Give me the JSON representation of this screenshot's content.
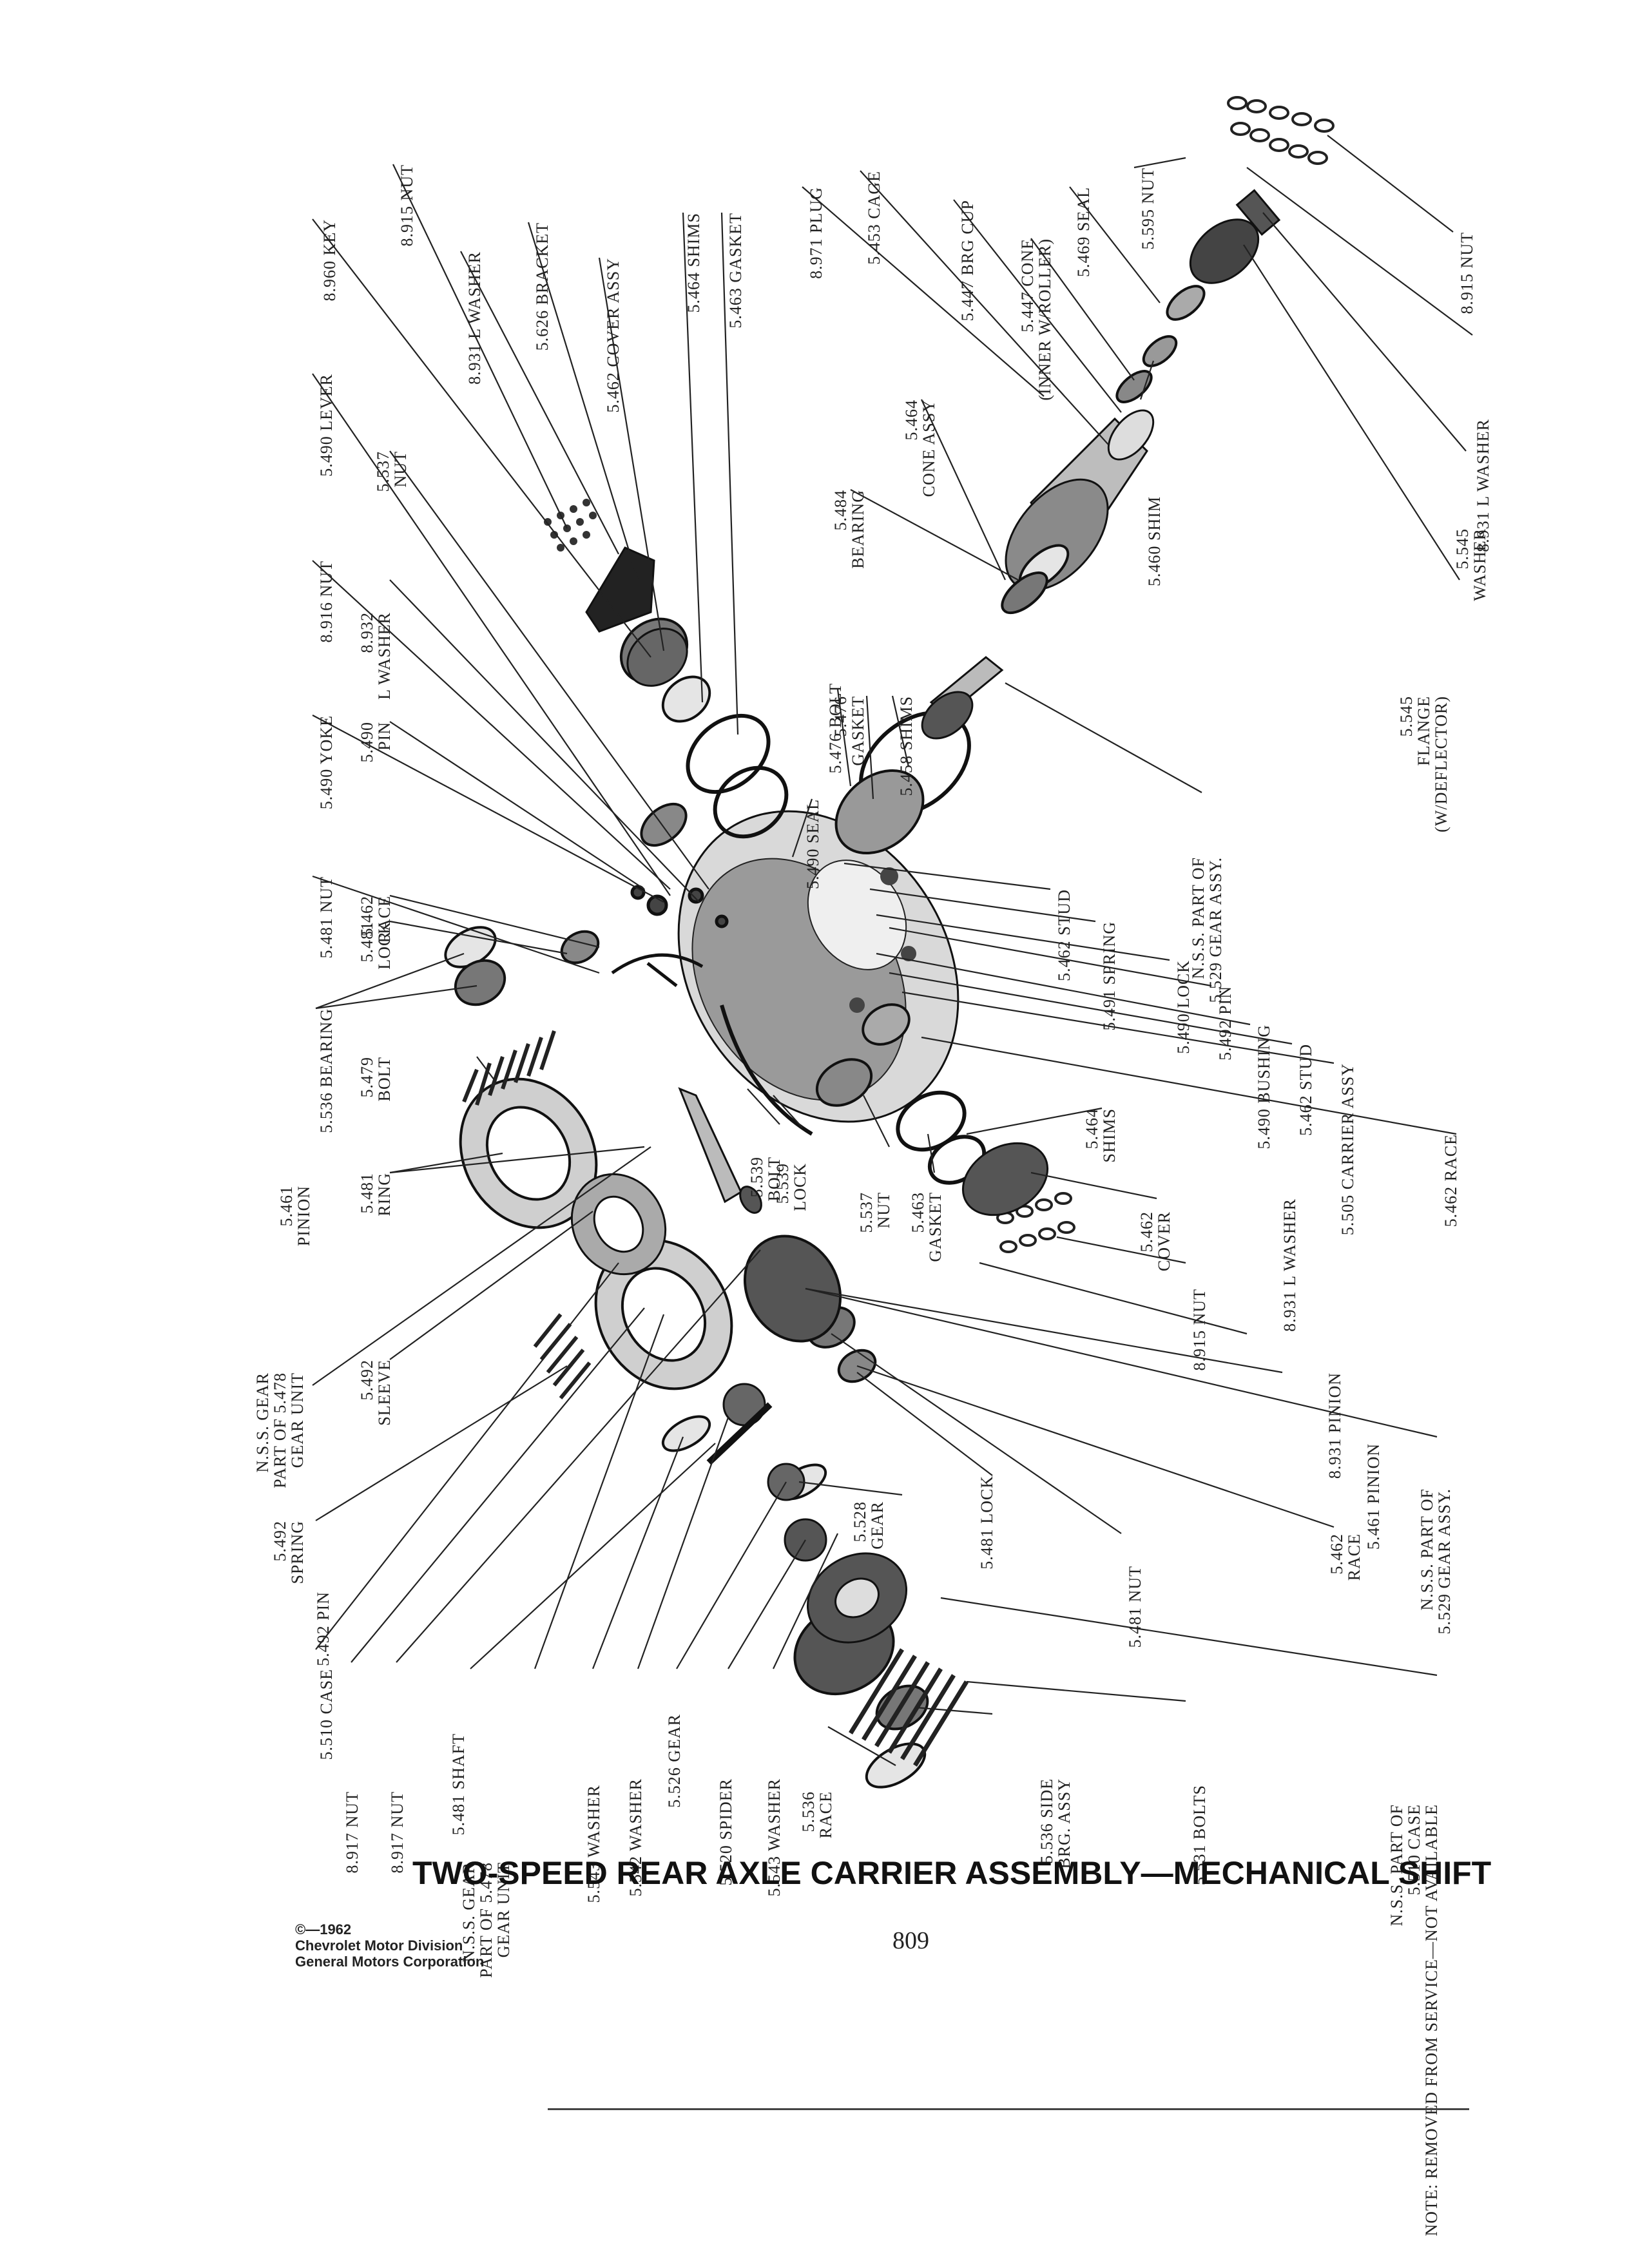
{
  "title": "TWO-SPEED REAR AXLE CARRIER ASSEMBLY—MECHANICAL SHIFT",
  "copyright": [
    "©—1962",
    "Chevrolet Motor Division",
    "General Motors Corporation"
  ],
  "page_number": "809",
  "labels": [
    {
      "id": "l01",
      "lines": [
        "8.960 KEY"
      ]
    },
    {
      "id": "l02",
      "lines": [
        "8.915 NUT"
      ]
    },
    {
      "id": "l03",
      "lines": [
        "8.931 L WASHER"
      ]
    },
    {
      "id": "l04",
      "lines": [
        "5.626 BRACKET"
      ]
    },
    {
      "id": "l05",
      "lines": [
        "5.462 COVER ASSY"
      ]
    },
    {
      "id": "l06",
      "lines": [
        "5.464 SHIMS"
      ]
    },
    {
      "id": "l07",
      "lines": [
        "5.463 GASKET"
      ]
    },
    {
      "id": "l08",
      "lines": [
        "8.971 PLUG"
      ]
    },
    {
      "id": "l09",
      "lines": [
        "5.453 CAGE"
      ]
    },
    {
      "id": "l10",
      "lines": [
        "5.447 BRG CUP"
      ]
    },
    {
      "id": "l11",
      "lines": [
        "5.447 CONE",
        "(INNER W/ROLLER)"
      ]
    },
    {
      "id": "l12",
      "lines": [
        "5.469 SEAL"
      ]
    },
    {
      "id": "l13",
      "lines": [
        "5.595 NUT"
      ]
    },
    {
      "id": "l14",
      "lines": [
        "8.915 NUT"
      ]
    },
    {
      "id": "l15",
      "lines": [
        "5.490 LEVER"
      ]
    },
    {
      "id": "l16",
      "lines": [
        "5.537",
        "NUT"
      ]
    },
    {
      "id": "l17",
      "lines": [
        "5.484",
        "BEARING"
      ]
    },
    {
      "id": "l18",
      "lines": [
        "5.464",
        "CONE ASSY"
      ]
    },
    {
      "id": "l19",
      "lines": [
        "5.460 SHIM"
      ]
    },
    {
      "id": "l20",
      "lines": [
        "8.931 L WASHER"
      ]
    },
    {
      "id": "l21",
      "lines": [
        "5.545",
        "WASHER"
      ]
    },
    {
      "id": "l22",
      "lines": [
        "5.545",
        "FLANGE",
        "(W/DEFLECTOR)"
      ]
    },
    {
      "id": "l23",
      "lines": [
        "8.916 NUT"
      ]
    },
    {
      "id": "l24",
      "lines": [
        "8.932",
        "L WASHER"
      ]
    },
    {
      "id": "l25",
      "lines": [
        "5.476 BOLT"
      ]
    },
    {
      "id": "l26",
      "lines": [
        "5.476",
        "GASKET"
      ]
    },
    {
      "id": "l27",
      "lines": [
        "5.458 SHIMS"
      ]
    },
    {
      "id": "l28",
      "lines": [
        "N.S.S. PART OF",
        "5.529 GEAR ASSY."
      ]
    },
    {
      "id": "l29",
      "lines": [
        "5.490 YOKE"
      ]
    },
    {
      "id": "l30",
      "lines": [
        "5.490",
        "PIN"
      ]
    },
    {
      "id": "l31",
      "lines": [
        "5.490 SEAL"
      ]
    },
    {
      "id": "l32",
      "lines": [
        "5.481 NUT"
      ]
    },
    {
      "id": "l33",
      "lines": [
        "5.462",
        "RACE"
      ]
    },
    {
      "id": "l34",
      "lines": [
        "5.462 STUD"
      ]
    },
    {
      "id": "l35",
      "lines": [
        "5.491 SPRING"
      ]
    },
    {
      "id": "l36",
      "lines": [
        "5.490 LOCK"
      ]
    },
    {
      "id": "l37",
      "lines": [
        "5.492 PIN"
      ]
    },
    {
      "id": "l38",
      "lines": [
        "5.490 BUSHING"
      ]
    },
    {
      "id": "l39",
      "lines": [
        "5.462 STUD"
      ]
    },
    {
      "id": "l40",
      "lines": [
        "5.505 CARRIER ASSY"
      ]
    },
    {
      "id": "l41",
      "lines": [
        "5.536 BEARING"
      ]
    },
    {
      "id": "l42",
      "lines": [
        "5.481",
        "LOCK"
      ]
    },
    {
      "id": "l43",
      "lines": [
        "5.479",
        "BOLT"
      ]
    },
    {
      "id": "l44",
      "lines": [
        "5.481",
        "RING"
      ]
    },
    {
      "id": "l45",
      "lines": [
        "5.461",
        "PINION"
      ]
    },
    {
      "id": "l46",
      "lines": [
        "5.539",
        "BOLT"
      ]
    },
    {
      "id": "l47",
      "lines": [
        "5.539",
        "LOCK"
      ]
    },
    {
      "id": "l48",
      "lines": [
        "5.537",
        "NUT"
      ]
    },
    {
      "id": "l49",
      "lines": [
        "5.463",
        "GASKET"
      ]
    },
    {
      "id": "l50",
      "lines": [
        "5.464",
        "SHIMS"
      ]
    },
    {
      "id": "l51",
      "lines": [
        "5.462",
        "COVER"
      ]
    },
    {
      "id": "l52",
      "lines": [
        "8.915 NUT"
      ]
    },
    {
      "id": "l53",
      "lines": [
        "8.931 L WASHER"
      ]
    },
    {
      "id": "l54",
      "lines": [
        "8.931 PINION"
      ]
    },
    {
      "id": "l55",
      "lines": [
        "5.461 PINION"
      ]
    },
    {
      "id": "l56",
      "lines": [
        "5.462 RACE"
      ]
    },
    {
      "id": "l57",
      "lines": [
        "N.S.S. GEAR",
        "PART OF 5.478",
        "GEAR UNIT"
      ]
    },
    {
      "id": "l58",
      "lines": [
        "5.492",
        "SLEEVE"
      ]
    },
    {
      "id": "l59",
      "lines": [
        "5.492",
        "SPRING"
      ]
    },
    {
      "id": "l60",
      "lines": [
        "5.492 PIN"
      ]
    },
    {
      "id": "l61",
      "lines": [
        "5.528",
        "GEAR"
      ]
    },
    {
      "id": "l62",
      "lines": [
        "5.481 LOCK"
      ]
    },
    {
      "id": "l63",
      "lines": [
        "5.481 NUT"
      ]
    },
    {
      "id": "l64",
      "lines": [
        "5.462",
        "RACE"
      ]
    },
    {
      "id": "l65",
      "lines": [
        "N.S.S. PART OF",
        "5.529 GEAR ASSY."
      ]
    },
    {
      "id": "l66",
      "lines": [
        "5.510 CASE"
      ]
    },
    {
      "id": "l67",
      "lines": [
        "8.917 NUT"
      ]
    },
    {
      "id": "l68",
      "lines": [
        "8.917 NUT"
      ]
    },
    {
      "id": "l69",
      "lines": [
        "5.481 SHAFT"
      ]
    },
    {
      "id": "l70",
      "lines": [
        "N.S.S. GEAR",
        "PART OF 5.478",
        "GEAR UNIT"
      ]
    },
    {
      "id": "l71",
      "lines": [
        "5.543 WASHER"
      ]
    },
    {
      "id": "l72",
      "lines": [
        "5.542 WASHER"
      ]
    },
    {
      "id": "l73",
      "lines": [
        "5.526 GEAR"
      ]
    },
    {
      "id": "l74",
      "lines": [
        "5.520 SPIDER"
      ]
    },
    {
      "id": "l75",
      "lines": [
        "5.543 WASHER"
      ]
    },
    {
      "id": "l76",
      "lines": [
        "5.536",
        "RACE"
      ]
    },
    {
      "id": "l77",
      "lines": [
        "5.536 SIDE",
        "BRG. ASSY"
      ]
    },
    {
      "id": "l78",
      "lines": [
        "5.531 BOLTS"
      ]
    },
    {
      "id": "l79",
      "lines": [
        "N.S.S. PART OF",
        "5.510 CASE",
        "NOTE: REMOVED FROM SERVICE—NOT AVAILABLE"
      ]
    }
  ]
}
